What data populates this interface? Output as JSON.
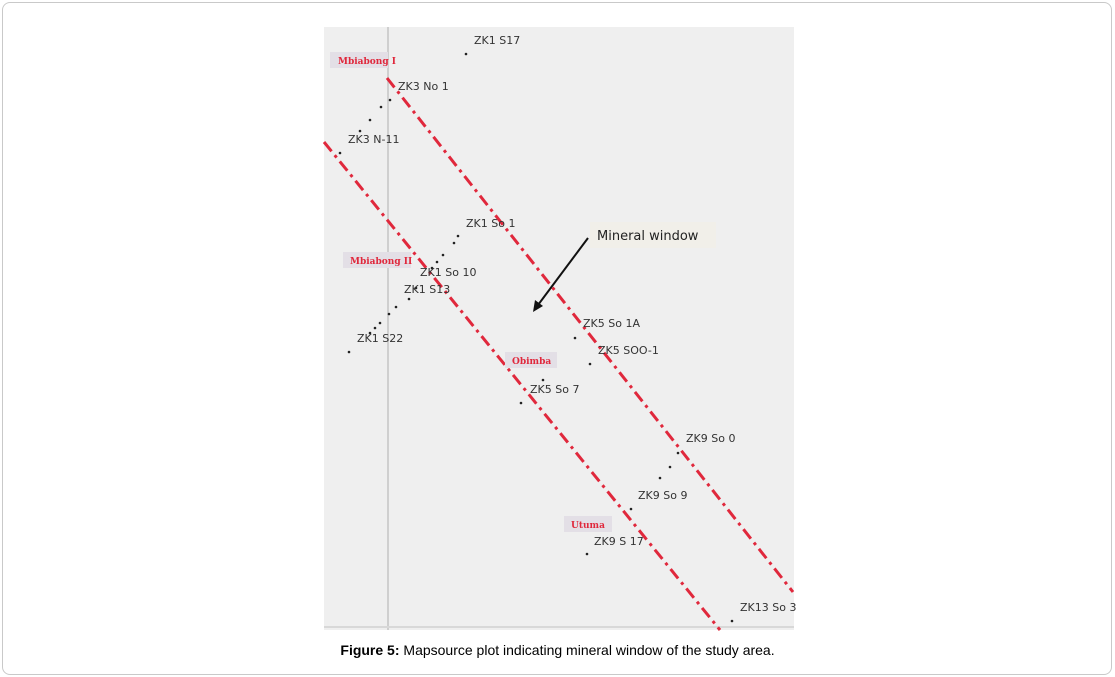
{
  "figure": {
    "caption_label": "Figure 5:",
    "caption_text": " Mapsource plot indicating mineral window of the study area."
  },
  "map": {
    "annotation": "Mineral window",
    "sites": [
      "Mbiabong I",
      "Mbiabong II",
      "Obimba",
      "Utuma"
    ],
    "waypoints": [
      "ZK1 S17",
      "ZK3 No 1",
      "ZK3 N-11",
      "ZK1 So 1",
      "ZK1 So 10",
      "ZK1 S13",
      "ZK1 S22",
      "ZK5 So 1A",
      "ZK5 SOO-1",
      "ZK5 So 7",
      "ZK9 So 0",
      "ZK9 So 9",
      "ZK9 S 17",
      "ZK13 So 3"
    ],
    "colors": {
      "trend_line": "#e0283c",
      "background": "#efefef"
    }
  }
}
